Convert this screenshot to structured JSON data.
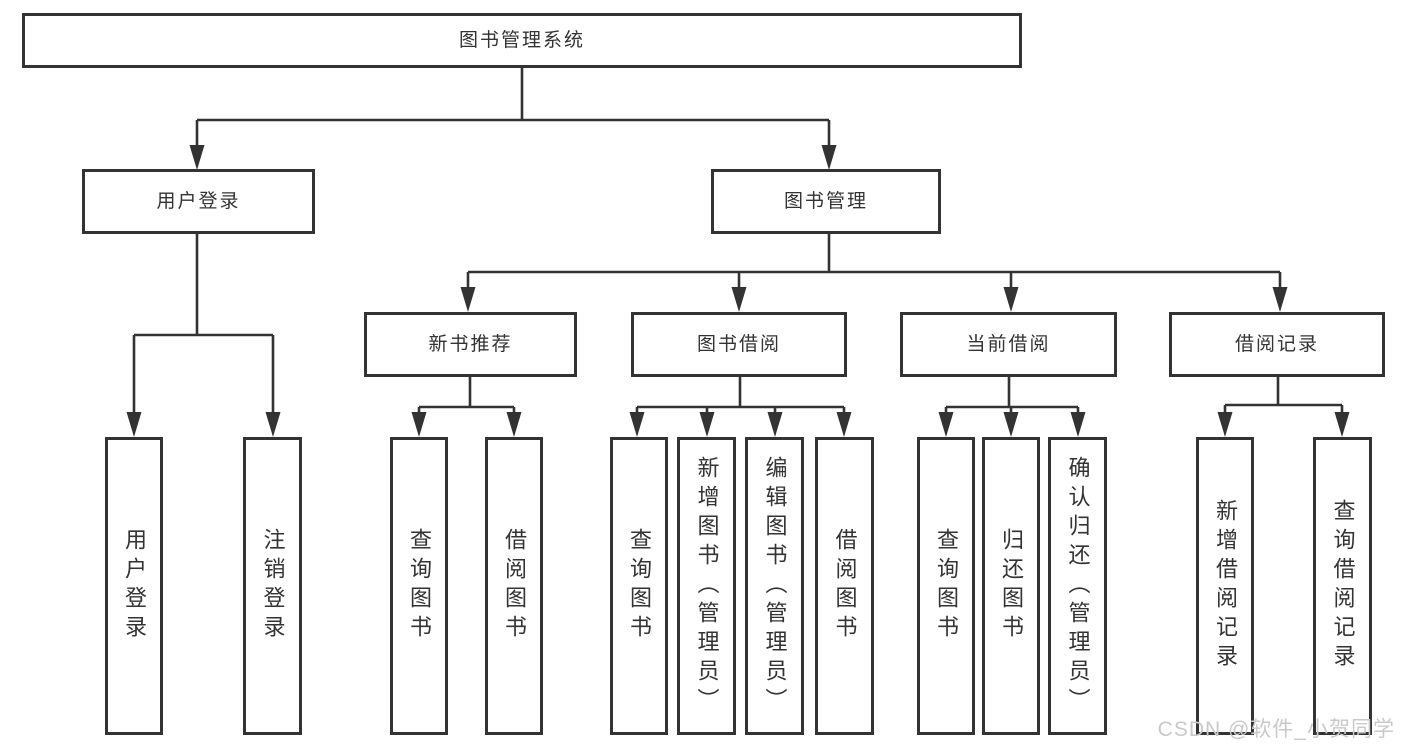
{
  "diagram": {
    "type": "tree-diagram",
    "colors": {
      "line": "#333333",
      "text": "#333333",
      "background": "#ffffff",
      "watermark": "#c9c9c9"
    }
  },
  "tree": {
    "label": "图书管理系统",
    "children": [
      {
        "label": "用户登录",
        "children": [
          {
            "label": "用户登录"
          },
          {
            "label": "注销登录"
          }
        ]
      },
      {
        "label": "图书管理",
        "children": [
          {
            "label": "新书推荐",
            "children": [
              {
                "label": "查询图书"
              },
              {
                "label": "借阅图书"
              }
            ]
          },
          {
            "label": "图书借阅",
            "children": [
              {
                "label": "查询图书"
              },
              {
                "label": "新增图书（管理员）"
              },
              {
                "label": "编辑图书（管理员）"
              },
              {
                "label": "借阅图书"
              }
            ]
          },
          {
            "label": "当前借阅",
            "children": [
              {
                "label": "查询图书"
              },
              {
                "label": "归还图书"
              },
              {
                "label": "确认归还（管理员）"
              }
            ]
          },
          {
            "label": "借阅记录",
            "children": [
              {
                "label": "新增借阅记录"
              },
              {
                "label": "查询借阅记录"
              }
            ]
          }
        ]
      }
    ]
  },
  "watermark": {
    "text": "CSDN @软件_小贺同学"
  }
}
